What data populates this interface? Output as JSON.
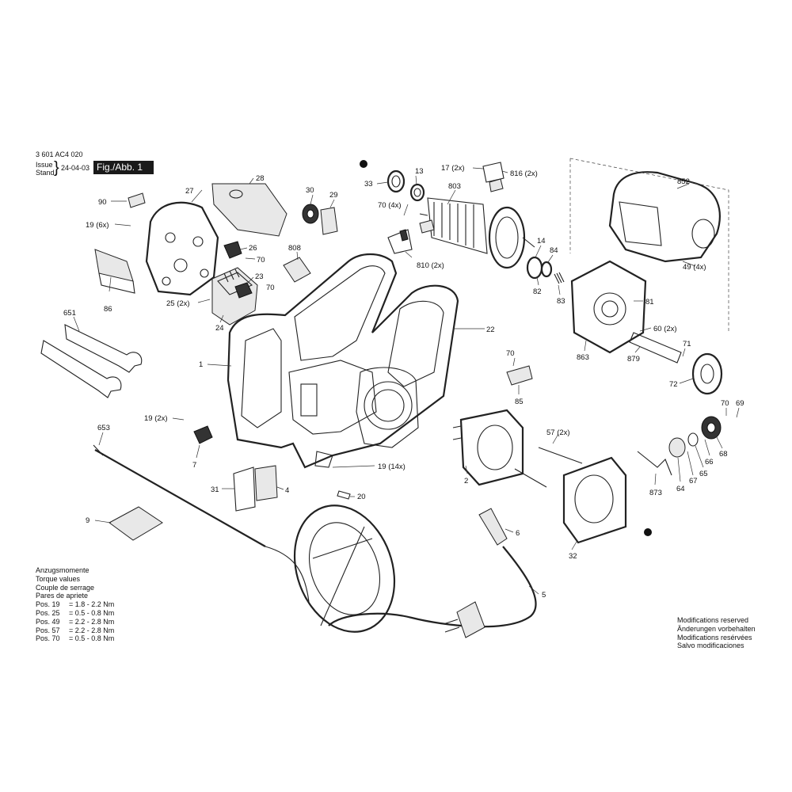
{
  "header": {
    "code": "3 601 AC4 020",
    "issue_label": "Issue",
    "stand_label": "Stand",
    "brace": "}",
    "date": "24-04-03",
    "figure": "Fig./Abb. 1"
  },
  "parts": [
    {
      "id": "p28",
      "label": "28"
    },
    {
      "id": "p27",
      "label": "27"
    },
    {
      "id": "p90",
      "label": "90"
    },
    {
      "id": "p19a",
      "label": "19 (6x)"
    },
    {
      "id": "p26",
      "label": "26"
    },
    {
      "id": "p70a",
      "label": "70"
    },
    {
      "id": "p23",
      "label": "23"
    },
    {
      "id": "p70b",
      "label": "70"
    },
    {
      "id": "p25",
      "label": "25 (2x)"
    },
    {
      "id": "p24",
      "label": "24"
    },
    {
      "id": "p86",
      "label": "86"
    },
    {
      "id": "p30",
      "label": "30"
    },
    {
      "id": "p29",
      "label": "29"
    },
    {
      "id": "p808",
      "label": "808"
    },
    {
      "id": "p651",
      "label": "651"
    },
    {
      "id": "p1",
      "label": "1"
    },
    {
      "id": "p22",
      "label": "22"
    },
    {
      "id": "p33",
      "label": "33"
    },
    {
      "id": "p13",
      "label": "13"
    },
    {
      "id": "p17",
      "label": "17 (2x)"
    },
    {
      "id": "p816",
      "label": "816 (2x)"
    },
    {
      "id": "p70c",
      "label": "70 (4x)"
    },
    {
      "id": "p803",
      "label": "803"
    },
    {
      "id": "p810",
      "label": "810 (2x)"
    },
    {
      "id": "p14",
      "label": "14"
    },
    {
      "id": "p84",
      "label": "84"
    },
    {
      "id": "p82",
      "label": "82"
    },
    {
      "id": "p83",
      "label": "83"
    },
    {
      "id": "p852",
      "label": "852"
    },
    {
      "id": "p49",
      "label": "49 (4x)"
    },
    {
      "id": "p81",
      "label": "81"
    },
    {
      "id": "p60",
      "label": "60 (2x)"
    },
    {
      "id": "p863",
      "label": "863"
    },
    {
      "id": "p879",
      "label": "879"
    },
    {
      "id": "p71",
      "label": "71"
    },
    {
      "id": "p72",
      "label": "72"
    },
    {
      "id": "p70d",
      "label": "70"
    },
    {
      "id": "p85",
      "label": "85"
    },
    {
      "id": "p19b",
      "label": "19 (2x)"
    },
    {
      "id": "p7",
      "label": "7"
    },
    {
      "id": "p653",
      "label": "653"
    },
    {
      "id": "p31",
      "label": "31"
    },
    {
      "id": "p4",
      "label": "4"
    },
    {
      "id": "p19c",
      "label": "19 (14x)"
    },
    {
      "id": "p20",
      "label": "20"
    },
    {
      "id": "p2",
      "label": "2"
    },
    {
      "id": "p57",
      "label": "57 (2x)"
    },
    {
      "id": "p9",
      "label": "9"
    },
    {
      "id": "p6",
      "label": "6"
    },
    {
      "id": "p32",
      "label": "32"
    },
    {
      "id": "p5",
      "label": "5"
    },
    {
      "id": "p873",
      "label": "873"
    },
    {
      "id": "p64",
      "label": "64"
    },
    {
      "id": "p67",
      "label": "67"
    },
    {
      "id": "p65",
      "label": "65"
    },
    {
      "id": "p66",
      "label": "66"
    },
    {
      "id": "p68",
      "label": "68"
    },
    {
      "id": "p70e",
      "label": "70"
    },
    {
      "id": "p69",
      "label": "69"
    }
  ],
  "torque": {
    "title_de": "Anzugsmomente",
    "title_en": "Torque values",
    "title_fr": "Couple de serrage",
    "title_es": "Pares de apriete",
    "rows": [
      {
        "pos": "Pos. 19",
        "value": "= 1.8 - 2.2 Nm"
      },
      {
        "pos": "Pos. 25",
        "value": "= 0.5 - 0.8 Nm"
      },
      {
        "pos": "Pos. 49",
        "value": "= 2.2 - 2.8 Nm"
      },
      {
        "pos": "Pos. 57",
        "value": "= 2.2 - 2.8 Nm"
      },
      {
        "pos": "Pos. 70",
        "value": "= 0.5 - 0.8 Nm"
      }
    ]
  },
  "modifications": {
    "en": "Modifications reserved",
    "de": "Änderungen vorbehalten",
    "fr": "Modifications resérvées",
    "es": "Salvo modificaciones"
  }
}
